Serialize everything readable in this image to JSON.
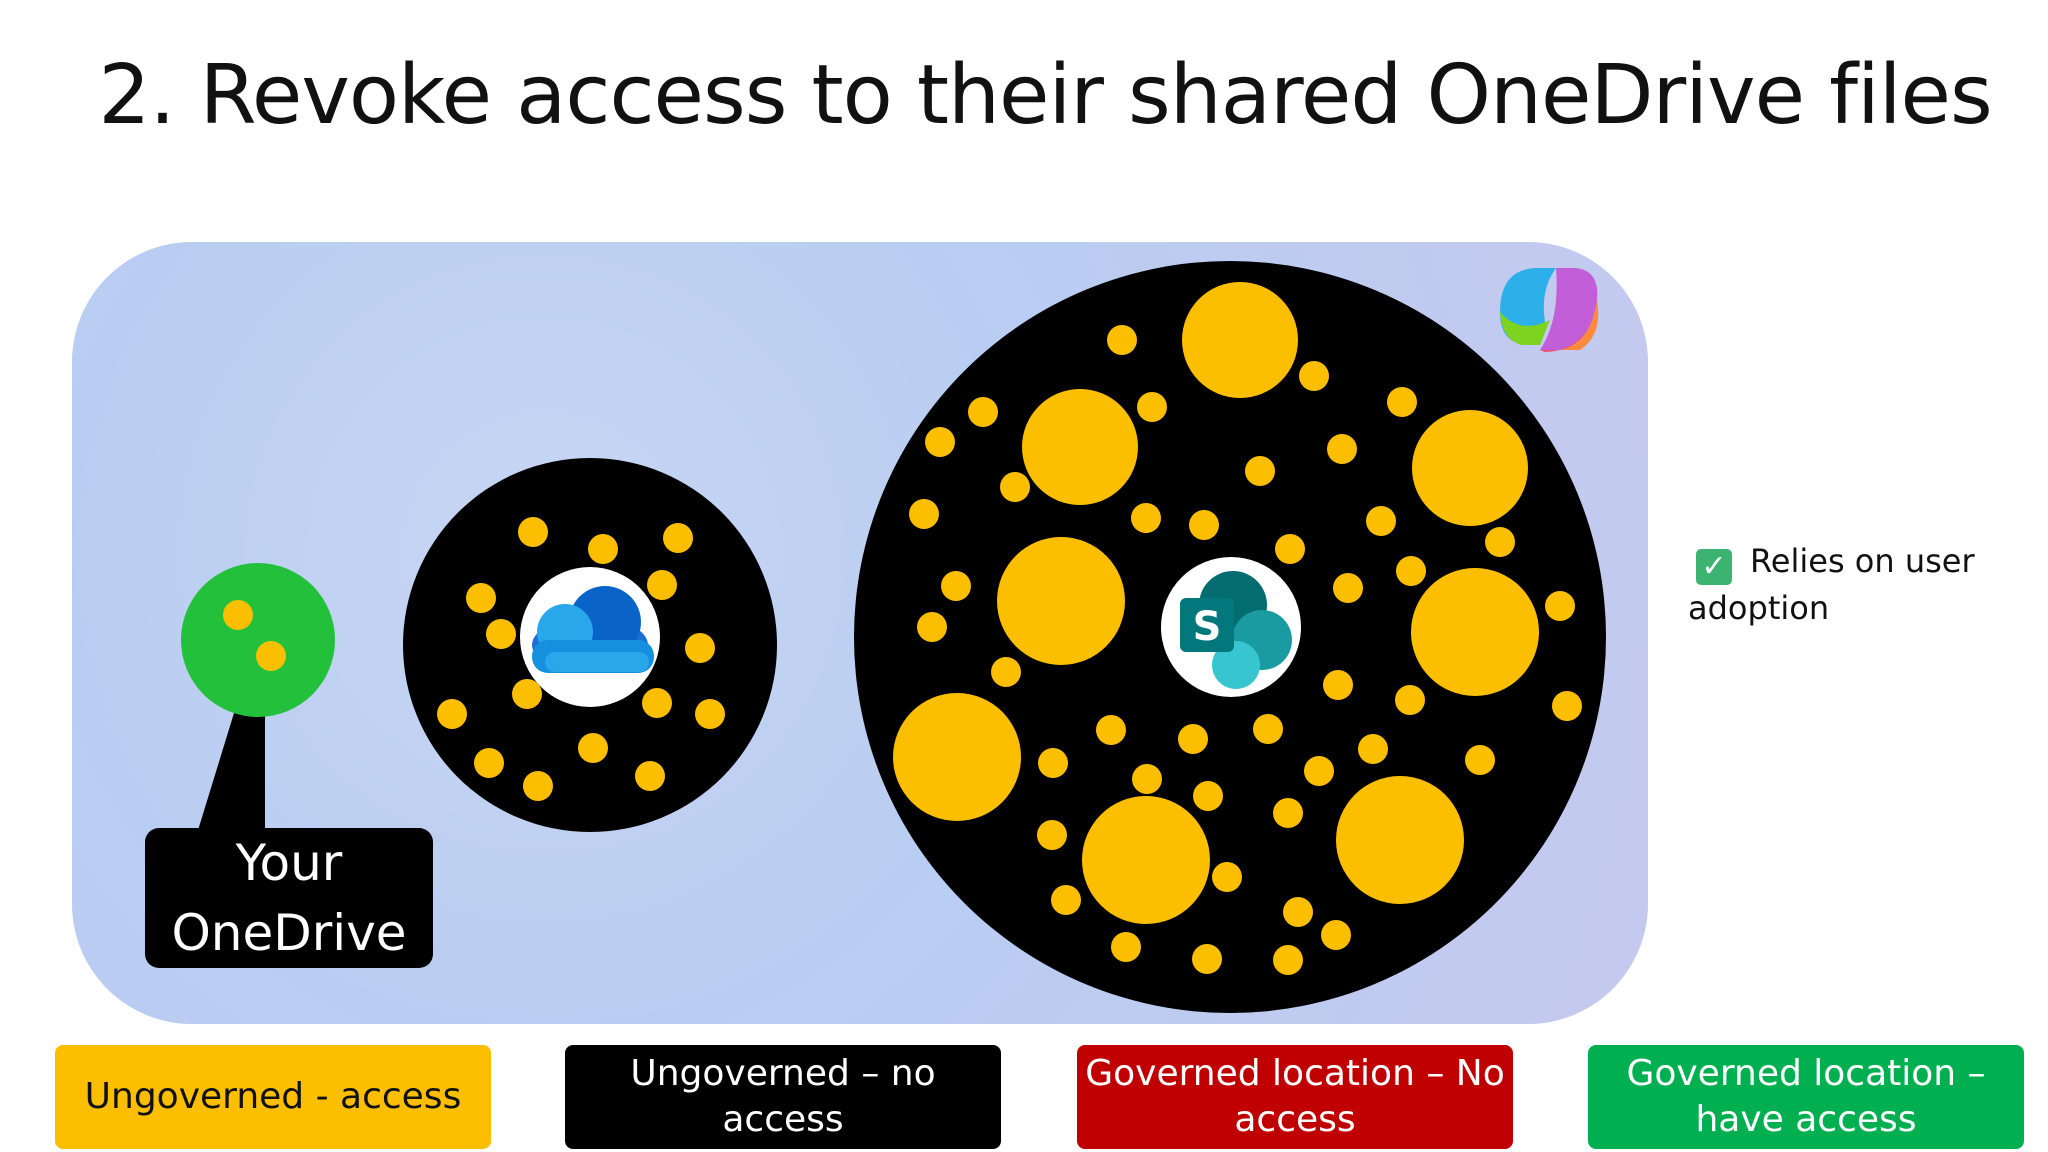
{
  "title": "2. Revoke access to their shared OneDrive files",
  "callout": {
    "line1": "Your",
    "line2": "OneDrive"
  },
  "note": {
    "text": "Relies on user adoption"
  },
  "icons": {
    "copilot": "copilot-logo-icon",
    "onedrive": "onedrive-cloud-icon",
    "sharepoint": "sharepoint-logo-icon",
    "sharepoint_letter": "S",
    "check": "check-box-icon"
  },
  "legend": [
    {
      "label": "Ungoverned - access",
      "color": "#fcbf00",
      "text_color": "#111111"
    },
    {
      "label": "Ungoverned – no access",
      "color": "#000000",
      "text_color": "#ffffff"
    },
    {
      "label": "Governed location – No access",
      "color": "#c00000",
      "text_color": "#ffffff"
    },
    {
      "label": "Governed location – have access",
      "color": "#00b050",
      "text_color": "#ffffff"
    }
  ],
  "colors": {
    "yellow": "#fcbf00",
    "black": "#000000",
    "green": "#22c03b",
    "panel": "#c3d3f2"
  }
}
